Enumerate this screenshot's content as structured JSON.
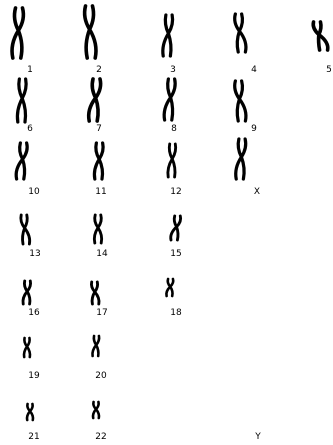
{
  "karyotype": {
    "ink_color": "#000000",
    "background": "#ffffff",
    "chromosomes": [
      {
        "label": "1"
      },
      {
        "label": "2"
      },
      {
        "label": "3"
      },
      {
        "label": "4"
      },
      {
        "label": "5"
      },
      {
        "label": "6"
      },
      {
        "label": "7"
      },
      {
        "label": "8"
      },
      {
        "label": "9"
      },
      {
        "label": "10"
      },
      {
        "label": "11"
      },
      {
        "label": "12"
      },
      {
        "label": "X"
      },
      {
        "label": "13"
      },
      {
        "label": "14"
      },
      {
        "label": "15"
      },
      {
        "label": "16"
      },
      {
        "label": "17"
      },
      {
        "label": "18"
      },
      {
        "label": "19"
      },
      {
        "label": "20"
      },
      {
        "label": "21"
      },
      {
        "label": "22"
      },
      {
        "label": "Y"
      }
    ]
  }
}
